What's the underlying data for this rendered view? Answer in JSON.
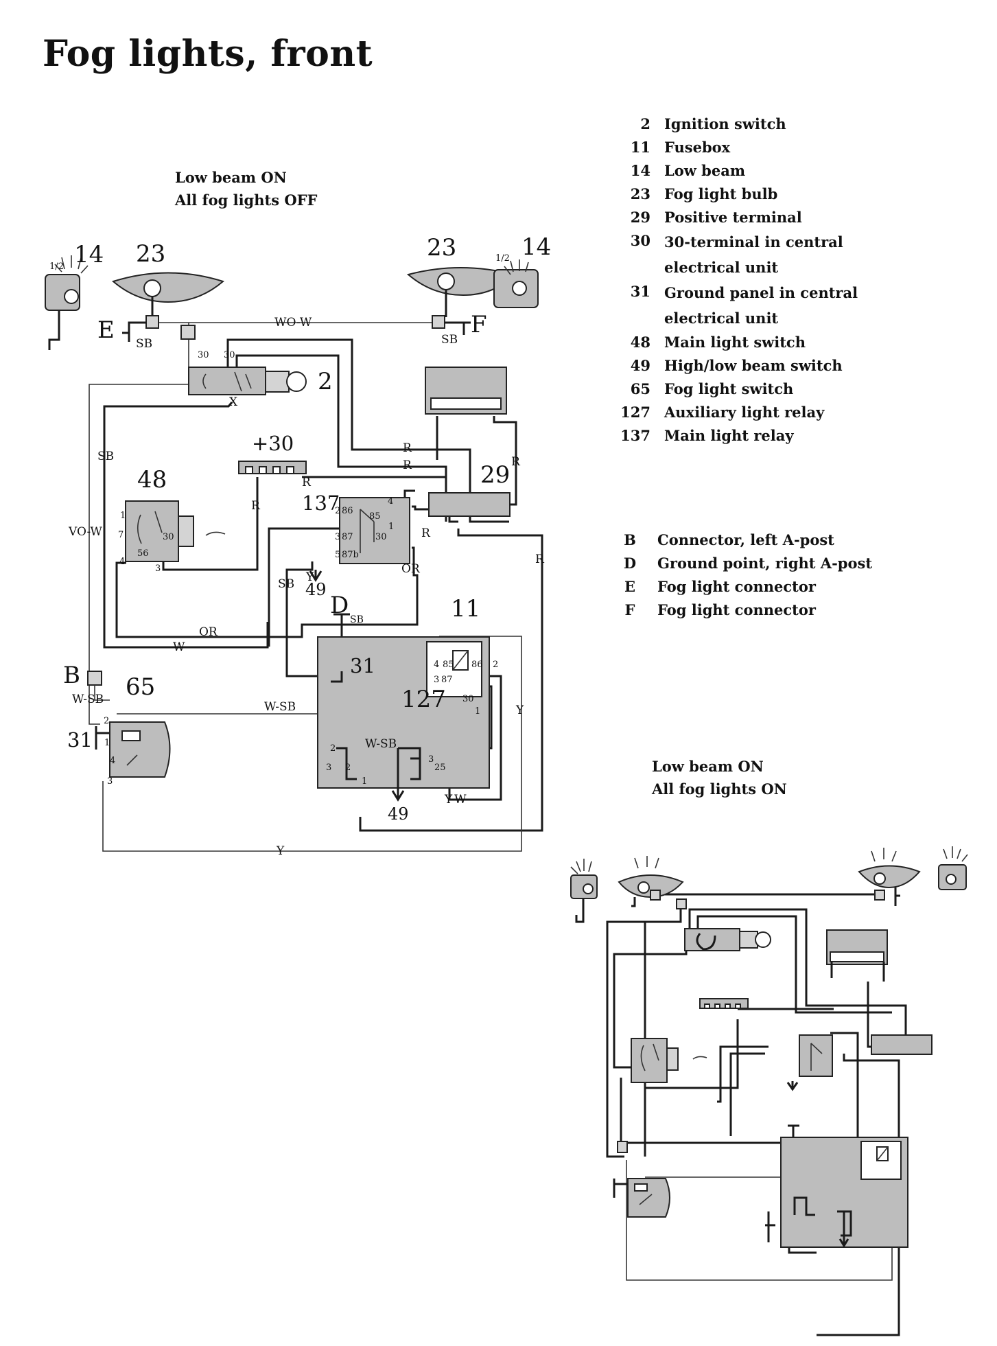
{
  "title": "Fog lights, front",
  "captions": {
    "state_off": [
      "Low beam ON",
      "All fog lights OFF"
    ],
    "state_on": [
      "Low beam ON",
      "All fog lights ON"
    ]
  },
  "legend_components": [
    {
      "code": "2",
      "name": "Ignition switch"
    },
    {
      "code": "11",
      "name": "Fusebox"
    },
    {
      "code": "14",
      "name": "Low beam"
    },
    {
      "code": "23",
      "name": "Fog light bulb"
    },
    {
      "code": "29",
      "name": "Positive terminal"
    },
    {
      "code": "30",
      "name": "30-terminal in central electrical unit"
    },
    {
      "code": "31",
      "name": "Ground panel in central electrical unit"
    },
    {
      "code": "48",
      "name": "Main light switch"
    },
    {
      "code": "49",
      "name": "High/low beam switch"
    },
    {
      "code": "65",
      "name": "Fog light switch"
    },
    {
      "code": "127",
      "name": "Auxiliary light relay"
    },
    {
      "code": "137",
      "name": "Main light relay"
    }
  ],
  "legend_connectors": [
    {
      "code": "B",
      "name": "Connector, left A-post"
    },
    {
      "code": "D",
      "name": "Ground point, right A-post"
    },
    {
      "code": "E",
      "name": "Fog light connector"
    },
    {
      "code": "F",
      "name": "Fog light connector"
    }
  ],
  "diagram": {
    "component_numbers": [
      "14",
      "23",
      "23",
      "14",
      "2",
      "48",
      "+30",
      "137",
      "29",
      "11",
      "31",
      "127",
      "65",
      "31",
      "49",
      "49"
    ],
    "connector_letters": [
      "E",
      "F",
      "B",
      "D"
    ],
    "wire_labels": [
      "WO-W",
      "SB",
      "SB",
      "SB",
      "SB",
      "SB",
      "VO-W",
      "W-SB",
      "W-SB",
      "W-SB",
      "R",
      "R",
      "R",
      "R",
      "R",
      "R",
      "R",
      "OR",
      "OR",
      "W",
      "Y",
      "Y",
      "Y",
      "Y-W",
      "X"
    ],
    "terminal_labels": [
      "30",
      "30",
      "1/2",
      "1/2",
      "1",
      "7",
      "4",
      "56",
      "30",
      "3",
      "2",
      "86",
      "85",
      "3",
      "87",
      "30",
      "5",
      "87b",
      "4",
      "1",
      "4",
      "85",
      "86",
      "2",
      "3",
      "87",
      "30",
      "1",
      "2",
      "3",
      "2",
      "1",
      "3",
      "25",
      "2",
      "1",
      "4",
      "3"
    ]
  }
}
